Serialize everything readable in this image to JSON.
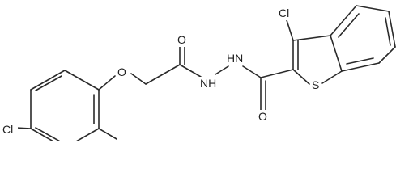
{
  "molecule": {
    "atoms": {
      "cl_aryl": "Cl",
      "cl_thiophene": "Cl",
      "o_ether": "O",
      "o_amide_top": "O",
      "o_amide_bottom": "O",
      "nh_left": "NH",
      "hn_right": "HN",
      "s_ring": "S"
    }
  }
}
